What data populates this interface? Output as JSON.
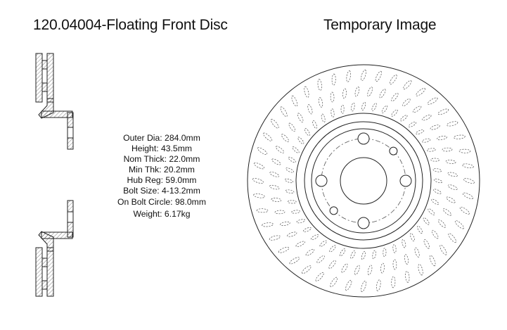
{
  "header": {
    "part_title": "120.04004-Floating Front Disc",
    "image_title": "Temporary Image"
  },
  "specs": [
    "Outer Dia: 284.0mm",
    "Height: 43.5mm",
    "Nom Thick: 22.0mm",
    "Min Thk: 20.2mm",
    "Hub Reg: 59.0mm",
    "Bolt Size: 4-13.2mm",
    "On Bolt Circle: 98.0mm",
    "Weight: 6.17kg"
  ],
  "colors": {
    "line": "#222222",
    "dash": "#555555",
    "background": "#ffffff"
  }
}
